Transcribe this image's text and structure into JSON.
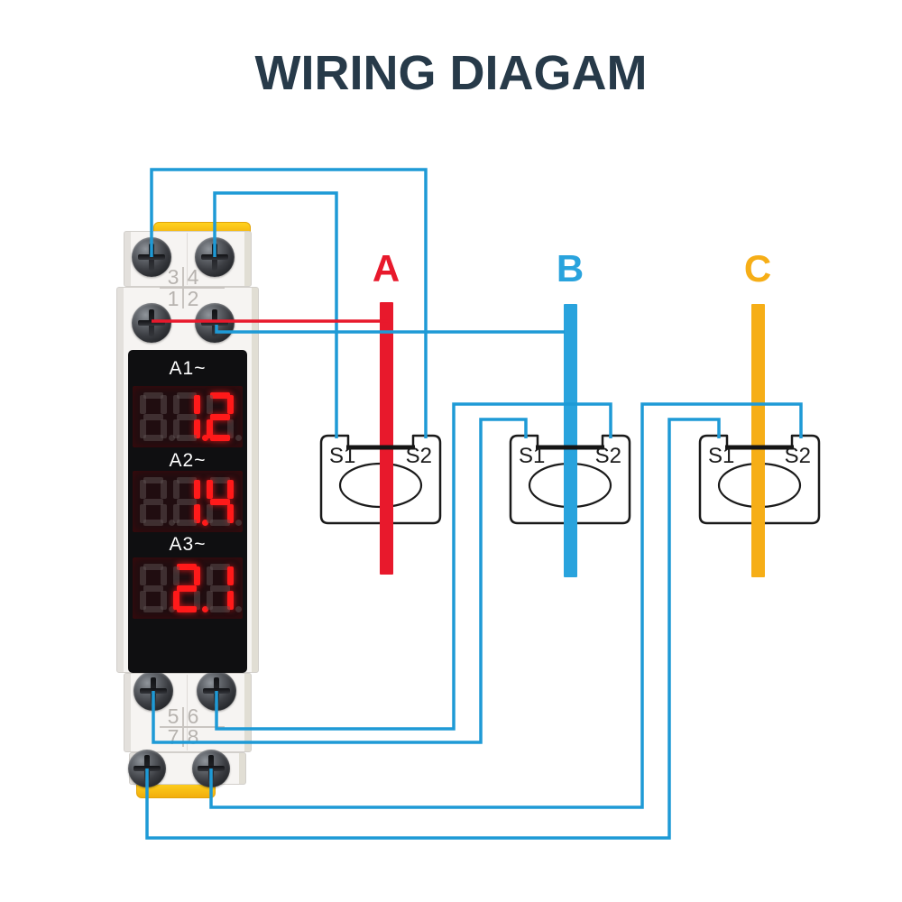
{
  "title": "WIRING DIAGAM",
  "meter": {
    "top_terminals": [
      "3",
      "4",
      "1",
      "2"
    ],
    "bottom_terminals": [
      "5",
      "6",
      "7",
      "8"
    ],
    "displays": [
      {
        "label": "A1~",
        "value": "1.2",
        "digits": [
          {
            "c": "",
            "dp": "dim"
          },
          {
            "c": "1",
            "dp": "on"
          },
          {
            "c": "2",
            "dp": "dim"
          }
        ]
      },
      {
        "label": "A2~",
        "value": "1.4",
        "digits": [
          {
            "c": "",
            "dp": "dim"
          },
          {
            "c": "1",
            "dp": "on"
          },
          {
            "c": "4",
            "dp": "dim"
          }
        ]
      },
      {
        "label": "A3~",
        "value": "2.1",
        "digits": [
          {
            "c": "",
            "dp": "dim"
          },
          {
            "c": "2",
            "dp": "on"
          },
          {
            "c": "1",
            "dp": "dim"
          }
        ]
      }
    ]
  },
  "phases": [
    {
      "label": "A",
      "color": "#e8192c"
    },
    {
      "label": "B",
      "color": "#29a3dd"
    },
    {
      "label": "C",
      "color": "#f6ae17"
    }
  ],
  "cts": [
    {
      "s1": "S1",
      "s2": "S2"
    },
    {
      "s1": "S1",
      "s2": "S2"
    },
    {
      "s1": "S1",
      "s2": "S2"
    }
  ],
  "colors": {
    "wire_blue": "#1e9ad6",
    "wire_red": "#e8192c",
    "title": "#273a49",
    "clip_yellow": "#fcc914"
  }
}
